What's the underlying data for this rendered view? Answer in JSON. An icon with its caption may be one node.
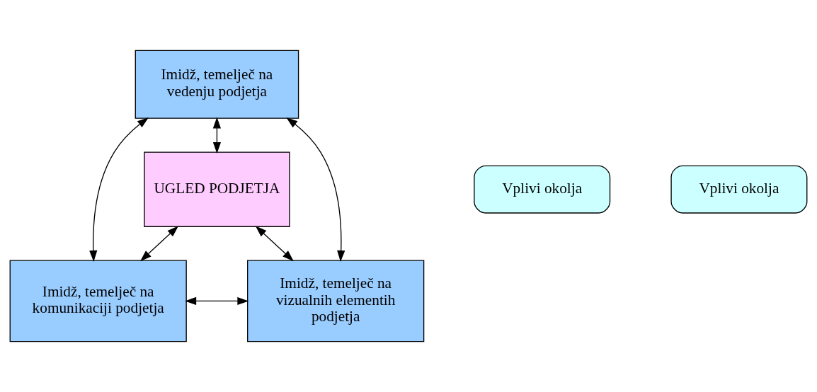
{
  "diagram": {
    "nodes": [
      {
        "text": [
          "Imidž, temelječ na vedenju podjetja"
        ]
      },
      {
        "text": [
          "Vplivi okolja"
        ]
      },
      {
        "text": [
          "UGLED PODJETJA"
        ]
      },
      {
        "text": [
          "Vplivi okolja"
        ]
      },
      {
        "text": [
          "Imidž, temelječ na komunikaciji podjetja"
        ]
      },
      {
        "text": [
          "Imidž, temelječ na vizualnih elementih podjetja"
        ]
      }
    ],
    "edges": [
      {
        "from": 0,
        "to": 2,
        "arrow": "both"
      },
      {
        "from": 0,
        "to": 4,
        "arrow": "both"
      },
      {
        "from": 0,
        "to": 5,
        "arrow": "both"
      },
      {
        "from": 2,
        "to": 4,
        "arrow": "both"
      },
      {
        "from": 2,
        "to": 5,
        "arrow": "both"
      },
      {
        "from": 4,
        "to": 5,
        "arrow": "both"
      }
    ]
  }
}
